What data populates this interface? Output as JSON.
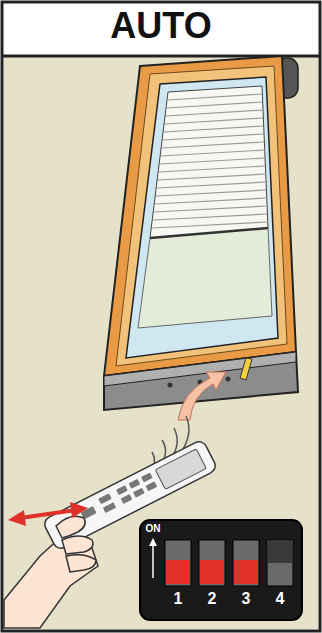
{
  "diagram": {
    "title": "AUTO",
    "labels": [
      "ON",
      "1",
      "2",
      "3",
      "4"
    ]
  }
}
